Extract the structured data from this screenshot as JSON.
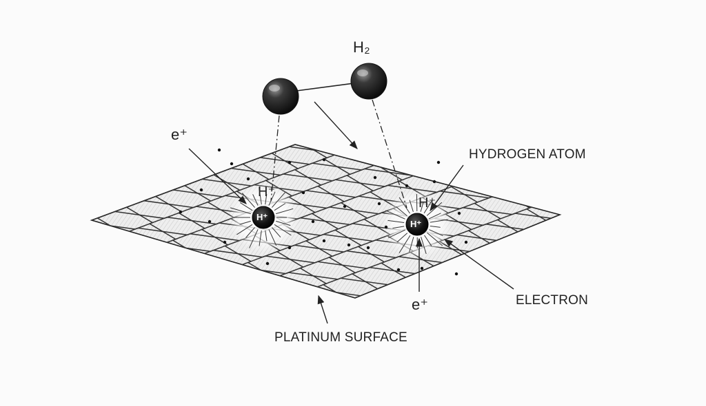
{
  "labels": {
    "molecule": "H₂",
    "e_plus_left": "e⁺",
    "e_plus_bottom": "e⁺",
    "h_plus_left": "H⁺",
    "h_plus_right": "H⁺",
    "hydrogen_atom": "HYDROGEN ATOM",
    "electron": "ELECTRON",
    "platinum_surface": "PLATINUM SURFACE"
  },
  "ions": {
    "left": "H⁺",
    "right": "H⁺"
  },
  "colors": {
    "ink": "#222222",
    "sphere_dark": "#111111",
    "surface_fill": "#ececec",
    "background": "#fbfbfb"
  }
}
